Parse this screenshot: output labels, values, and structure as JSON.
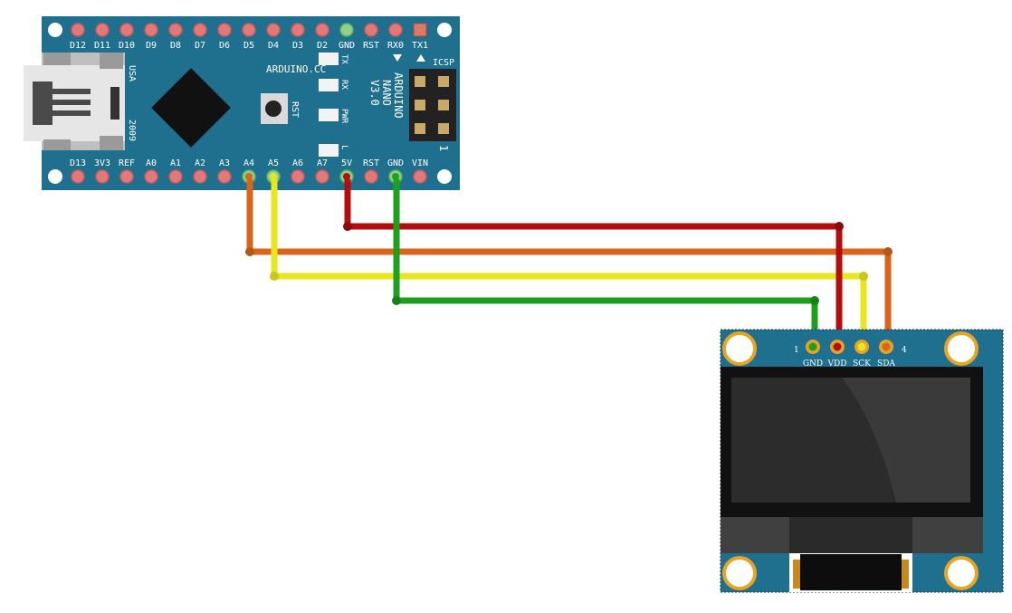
{
  "arduino": {
    "top_pin_labels": [
      "D12",
      "D11",
      "D10",
      "D9",
      "D8",
      "D7",
      "D6",
      "D5",
      "D4",
      "D3",
      "D2",
      "GND",
      "RST",
      "RX0",
      "TX1"
    ],
    "bottom_pin_labels": [
      "D13",
      "3V3",
      "REF",
      "A0",
      "A1",
      "A2",
      "A3",
      "A4",
      "A5",
      "A6",
      "A7",
      "5V",
      "RST",
      "GND",
      "VIN"
    ],
    "brand": "ARDUINO.CC",
    "model_line1": "ARDUINO",
    "model_line2": "NANO",
    "model_line3": "V3.0",
    "usb_text1": "USA",
    "usb_text2": "2009",
    "rst_button_label": "RST",
    "led_tx": "TX",
    "led_rx": "RX",
    "led_pwr": "PWR",
    "led_l": "L",
    "icsp_label": "ICSP",
    "icsp_pin1": "1"
  },
  "oled": {
    "pin_labels": [
      "GND",
      "VDD",
      "SCK",
      "SDA"
    ],
    "pin_num_left": "1",
    "pin_num_right": "4"
  },
  "colors": {
    "board": "#1f6f8e",
    "wire_gnd": "#1ea01e",
    "wire_vdd": "#b30d0d",
    "wire_sck": "#e8e61e",
    "wire_sda": "#d8651b",
    "pin_pad": "#e07a7a",
    "oled_screen": "#2c2c2c"
  },
  "connections": [
    {
      "from": "A4",
      "to": "SDA"
    },
    {
      "from": "A5",
      "to": "SCK"
    },
    {
      "from": "5V",
      "to": "VDD"
    },
    {
      "from": "GND",
      "to": "GND"
    }
  ]
}
